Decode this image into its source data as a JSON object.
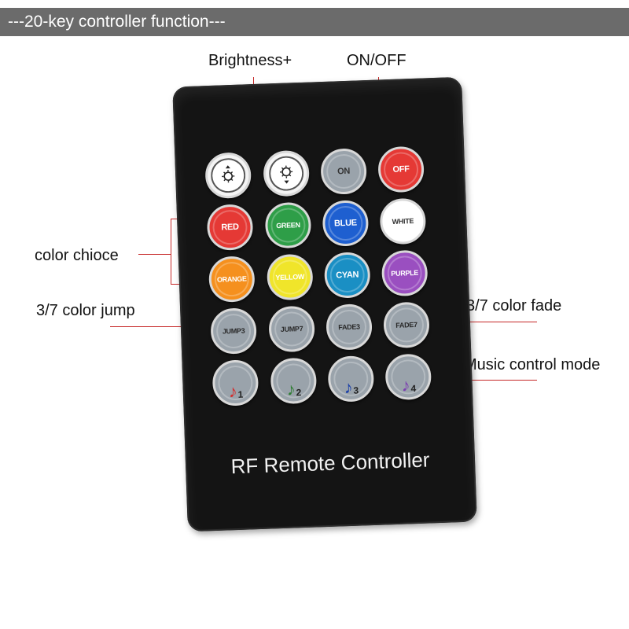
{
  "header": {
    "title": "---20-key controller function---"
  },
  "labels": {
    "brightness": "Brightness+",
    "onoff": "ON/OFF",
    "color_choice": "color chioce",
    "color_jump": "3/7 color jump",
    "color_fade": "3/7 color fade",
    "music": "Music control mode"
  },
  "remote": {
    "brand": "RF Remote Controller",
    "buttons": {
      "on": "ON",
      "off": "OFF",
      "red": "RED",
      "green": "GREEN",
      "blue": "BLUE",
      "white": "WHITE",
      "orange": "ORANGE",
      "yellow": "YELLOW",
      "cyan": "CYAN",
      "purple": "PURPLE",
      "jump3": "JUMP3",
      "jump7": "JUMP7",
      "fade3": "FADE3",
      "fade7": "FADE7",
      "music1": "1",
      "music2": "2",
      "music3": "3",
      "music4": "4"
    }
  },
  "colors": {
    "header_bg": "#6b6b6b",
    "leader_line": "#c62828",
    "remote_body": "#141414",
    "off": "#e53935",
    "red": "#e53935",
    "green": "#2e9e48",
    "blue": "#1e5fd0",
    "white": "#ffffff",
    "orange": "#f5901e",
    "yellow": "#f0e52a",
    "cyan": "#1a8fc4",
    "purple": "#9a4fc0",
    "gray": "#9aa3ab"
  }
}
